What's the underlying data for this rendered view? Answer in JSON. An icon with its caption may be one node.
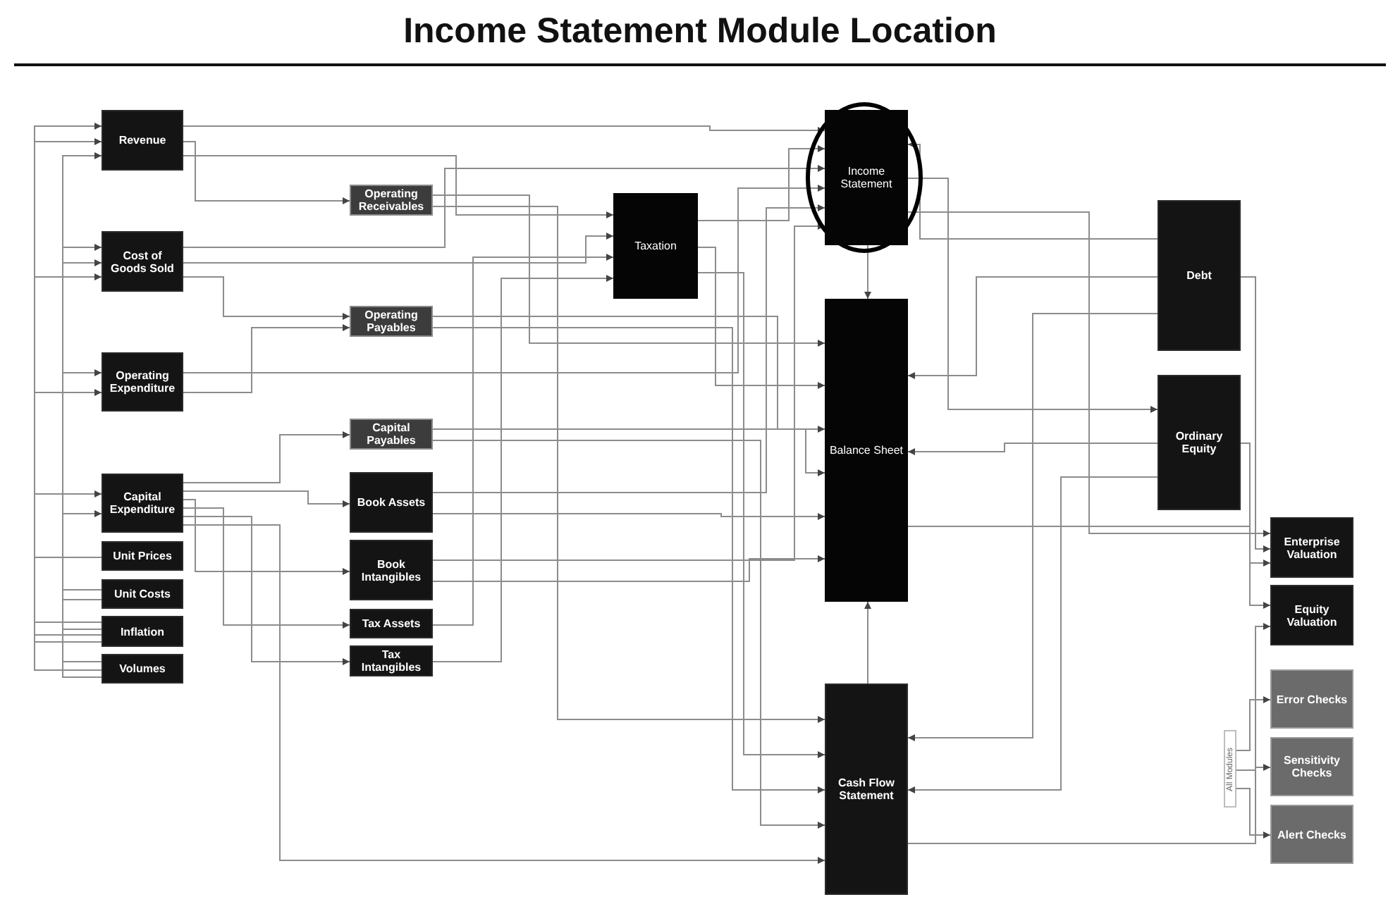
{
  "diagram": {
    "title": "Income Statement Module Location",
    "nodes": [
      {
        "text": [
          "Revenue"
        ]
      },
      {
        "text": [
          "Cost of Goods Sold"
        ]
      },
      {
        "text": [
          "Operating Expenditure"
        ]
      },
      {
        "text": [
          "Capital Expenditure"
        ]
      },
      {
        "text": [
          "Unit Prices"
        ]
      },
      {
        "text": [
          "Unit Costs"
        ]
      },
      {
        "text": [
          "Inflation"
        ]
      },
      {
        "text": [
          "Volumes"
        ]
      },
      {
        "text": [
          "Operating Receivables"
        ]
      },
      {
        "text": [
          "Operating Payables"
        ]
      },
      {
        "text": [
          "Capital Payables"
        ]
      },
      {
        "text": [
          "Book Assets"
        ]
      },
      {
        "text": [
          "Book Intangibles"
        ]
      },
      {
        "text": [
          "Tax Assets"
        ]
      },
      {
        "text": [
          "Tax Intangibles"
        ]
      },
      {
        "text": [
          "Taxation"
        ]
      },
      {
        "text": [
          "Income Statement"
        ]
      },
      {
        "text": [
          "Balance Sheet"
        ]
      },
      {
        "text": [
          "Debt"
        ]
      },
      {
        "text": [
          "Ordinary Equity"
        ]
      },
      {
        "text": [
          "Enterprise Valuation"
        ]
      },
      {
        "text": [
          "Equity Valuation"
        ]
      },
      {
        "text": [
          "Cash Flow Statement"
        ]
      },
      {
        "text": [
          "Error Checks"
        ]
      },
      {
        "text": [
          "Sensitivity Checks"
        ]
      },
      {
        "text": [
          "Alert Checks"
        ]
      },
      {
        "text": [
          "All Modules"
        ]
      }
    ],
    "edges": [
      {
        "from": 4,
        "to": 0,
        "arrow": "to"
      },
      {
        "from": 7,
        "to": 0,
        "arrow": "to"
      },
      {
        "from": 6,
        "to": 0,
        "arrow": "to"
      },
      {
        "from": 5,
        "to": 1,
        "arrow": "to"
      },
      {
        "from": 7,
        "to": 1,
        "arrow": "to"
      },
      {
        "from": 6,
        "to": 1,
        "arrow": "to"
      },
      {
        "from": 6,
        "to": 2,
        "arrow": "to"
      },
      {
        "from": 5,
        "to": 2,
        "arrow": "to"
      },
      {
        "from": 6,
        "to": 3,
        "arrow": "to"
      },
      {
        "from": 7,
        "to": 3,
        "arrow": "to"
      },
      {
        "from": 0,
        "to": 8,
        "arrow": "to"
      },
      {
        "from": 1,
        "to": 9,
        "arrow": "to"
      },
      {
        "from": 2,
        "to": 9,
        "arrow": "to"
      },
      {
        "from": 3,
        "to": 10,
        "arrow": "to"
      },
      {
        "from": 3,
        "to": 11,
        "arrow": "to"
      },
      {
        "from": 3,
        "to": 12,
        "arrow": "to"
      },
      {
        "from": 3,
        "to": 13,
        "arrow": "to"
      },
      {
        "from": 3,
        "to": 14,
        "arrow": "to"
      },
      {
        "from": 0,
        "to": 16,
        "arrow": "to"
      },
      {
        "from": 1,
        "to": 16,
        "arrow": "to"
      },
      {
        "from": 2,
        "to": 16,
        "arrow": "to"
      },
      {
        "from": 11,
        "to": 16,
        "arrow": "to"
      },
      {
        "from": 12,
        "to": 16,
        "arrow": "to"
      },
      {
        "from": 11,
        "to": 17,
        "arrow": "to"
      },
      {
        "from": 12,
        "to": 17,
        "arrow": "to"
      },
      {
        "from": 13,
        "to": 15,
        "arrow": "to"
      },
      {
        "from": 14,
        "to": 15,
        "arrow": "to"
      },
      {
        "from": 8,
        "to": 17,
        "arrow": "to"
      },
      {
        "from": 9,
        "to": 17,
        "arrow": "to"
      },
      {
        "from": 10,
        "to": 17,
        "arrow": "to"
      },
      {
        "from": 8,
        "to": 22,
        "arrow": "to"
      },
      {
        "from": 9,
        "to": 22,
        "arrow": "to"
      },
      {
        "from": 10,
        "to": 22,
        "arrow": "to"
      },
      {
        "from": 15,
        "to": 16,
        "arrow": "to"
      },
      {
        "from": 15,
        "to": 17,
        "arrow": "to"
      },
      {
        "from": 15,
        "to": 22,
        "arrow": "to"
      },
      {
        "from": 16,
        "to": 17,
        "arrow": "to"
      },
      {
        "from": 18,
        "to": 16,
        "arrow": "to"
      },
      {
        "from": 16,
        "to": 19,
        "arrow": "to"
      },
      {
        "from": 22,
        "to": 17,
        "arrow": "to"
      },
      {
        "from": 18,
        "to": 17,
        "arrow": "to"
      },
      {
        "from": 19,
        "to": 17,
        "arrow": "to"
      },
      {
        "from": 18,
        "to": 22,
        "arrow": "to"
      },
      {
        "from": 19,
        "to": 22,
        "arrow": "to"
      },
      {
        "from": 16,
        "to": 20,
        "arrow": "to"
      },
      {
        "from": 17,
        "to": 20,
        "arrow": "to"
      },
      {
        "from": 22,
        "to": 21,
        "arrow": "to"
      },
      {
        "from": 19,
        "to": 21,
        "arrow": "to"
      },
      {
        "from": 18,
        "to": 20,
        "arrow": "to"
      },
      {
        "from": 26,
        "to": 23,
        "arrow": "to"
      },
      {
        "from": 26,
        "to": 24,
        "arrow": "to"
      },
      {
        "from": 26,
        "to": 25,
        "arrow": "to"
      },
      {
        "from": 3,
        "to": 22,
        "arrow": "to"
      },
      {
        "from": 1,
        "to": 15,
        "arrow": "to"
      },
      {
        "from": 0,
        "to": 15,
        "arrow": "to"
      }
    ]
  }
}
